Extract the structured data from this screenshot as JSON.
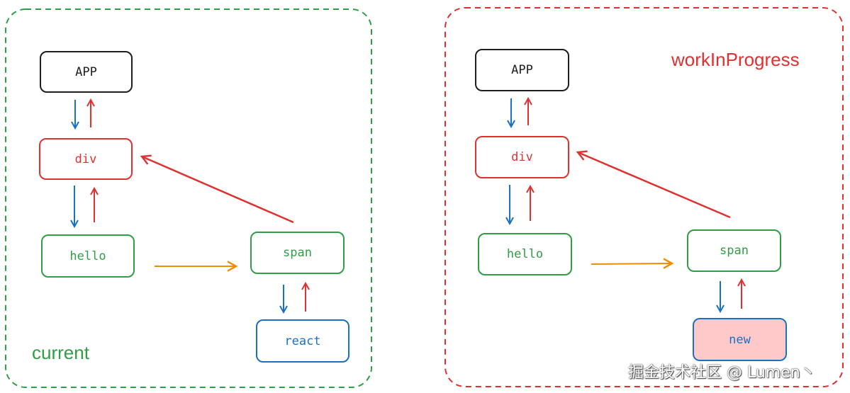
{
  "colors": {
    "green": "#2f9e44",
    "red": "#e03131",
    "blue": "#1971c2",
    "black": "#1e1e1e",
    "orange": "#f08c00",
    "new_fill": "#ffc9c9"
  },
  "current": {
    "label": "current",
    "nodes": {
      "app": "APP",
      "div": "div",
      "hello": "hello",
      "span": "span",
      "react": "react"
    }
  },
  "workInProgress": {
    "label": "workInProgress",
    "nodes": {
      "app": "APP",
      "div": "div",
      "hello": "hello",
      "span": "span",
      "new": "new"
    }
  },
  "watermark": "掘金技术社区 @ Lumen丶"
}
